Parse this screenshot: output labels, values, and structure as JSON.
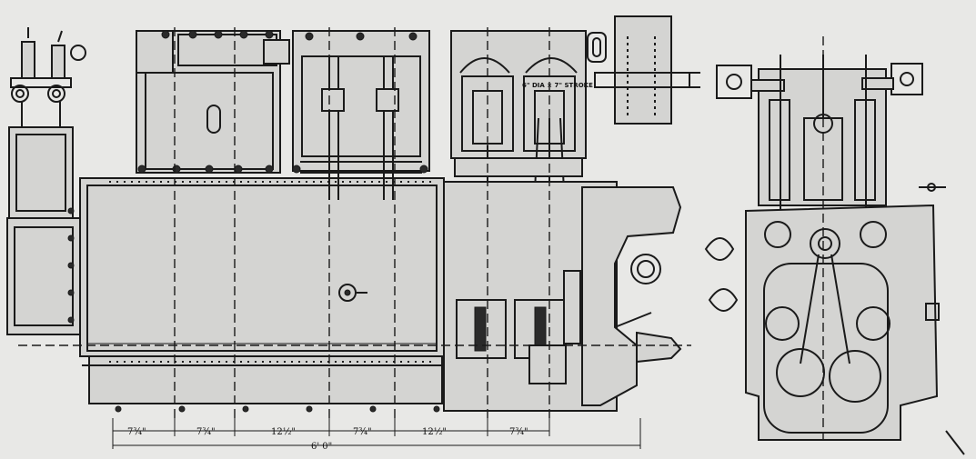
{
  "dimensions": {
    "segments": [
      "7¾\"",
      "7¾\"",
      "12½\"",
      "7¾\"",
      "12½\"",
      "7¾\""
    ],
    "overall": "6' 0\""
  },
  "cylinder_label": "6\" DIA × 7\" STROKE"
}
